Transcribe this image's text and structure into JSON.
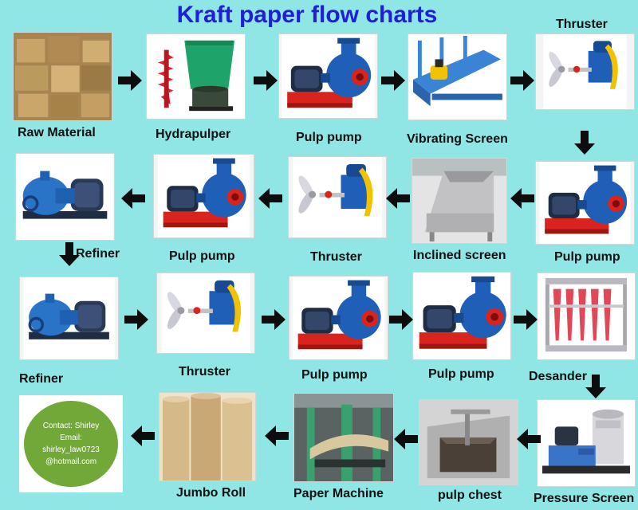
{
  "title": "Kraft paper flow charts",
  "labels": {
    "raw_material": "Raw Material",
    "hydrapulper": "Hydrapulper",
    "pulp_pump_1": "Pulp pump",
    "vibrating_screen": "Vibrating Screen",
    "thruster_1": "Thruster",
    "pulp_pump_2": "Pulp pump",
    "inclined_screen": "Inclined screen",
    "thruster_2": "Thruster",
    "pulp_pump_3": "Pulp pump",
    "refiner_1": "Refiner",
    "refiner_2": "Refiner",
    "thruster_3": "Thruster",
    "pulp_pump_4": "Pulp pump",
    "pulp_pump_5": "Pulp pump",
    "desander": "Desander",
    "pressure_screen": "Pressure Screen",
    "pulp_chest": "pulp chest",
    "paper_machine": "Paper Machine",
    "jumbo_roll": "Jumbo Roll"
  },
  "contact": {
    "line1": "Contact: Shirley",
    "line2": "Email:",
    "line3": "shirley_law0723",
    "line4": "@hotmail.com"
  },
  "colors": {
    "background": "#8fe6e4",
    "title": "#1f1fd9",
    "pump_blue": "#1f5fb8",
    "motor_dark": "#1e2d44",
    "base_red": "#d8241c",
    "pulper_green": "#1ea46a",
    "contact_green": "#72a838"
  }
}
